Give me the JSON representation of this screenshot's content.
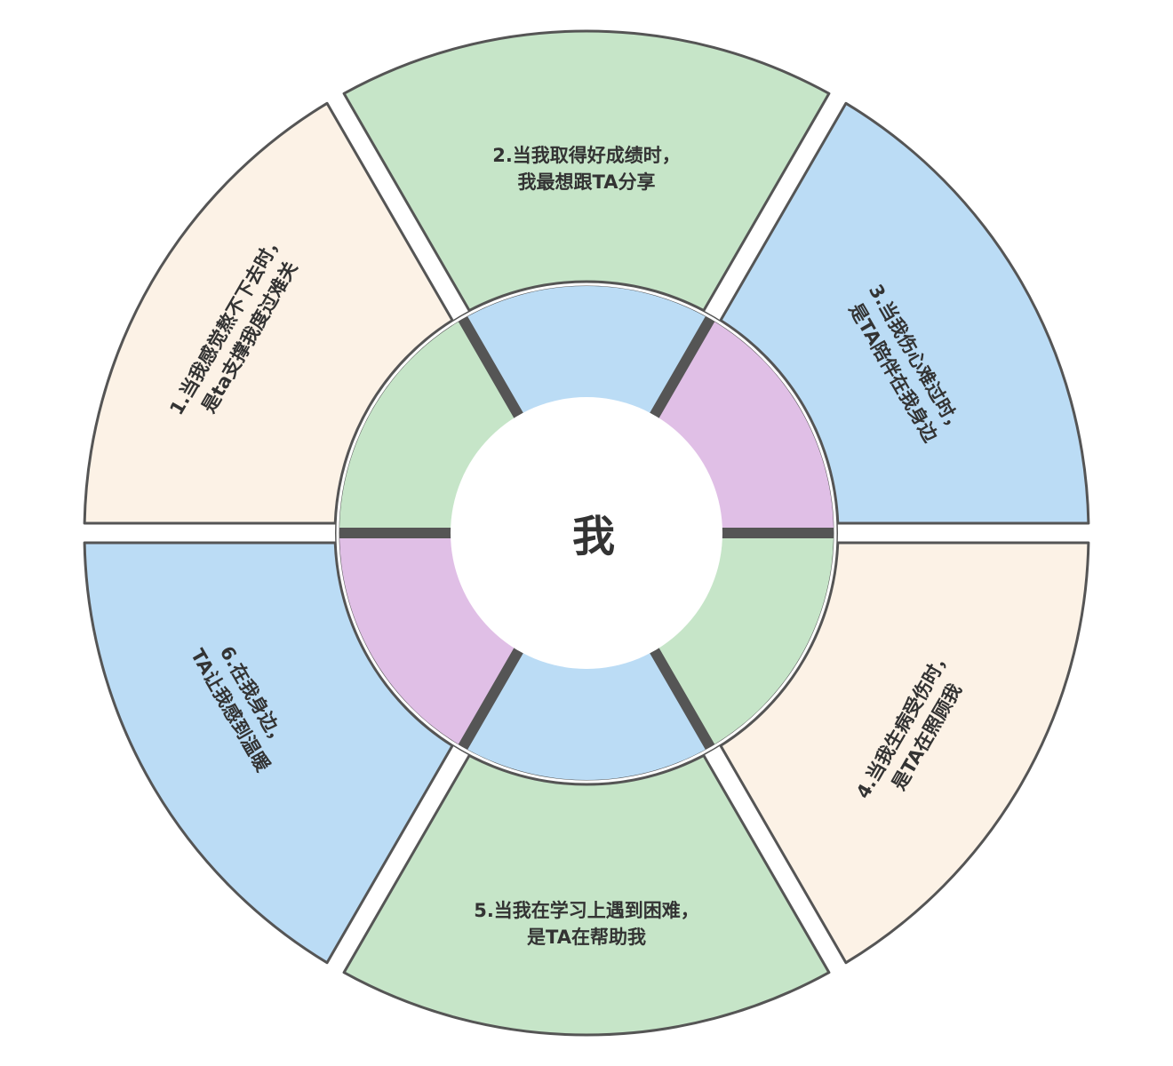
{
  "center": {
    "label": "我"
  },
  "segments": [
    {
      "number": "1",
      "lines": [
        "1.当我感觉熬不下去时，",
        "是ta支撑我度过难关"
      ],
      "color": "#fcf2e6"
    },
    {
      "number": "2",
      "lines": [
        "2.当我取得好成绩时，",
        "我最想跟TA分享"
      ],
      "color": "#c6e5c8"
    },
    {
      "number": "3",
      "lines": [
        "3.当我伤心难过时，",
        "是TA陪伴在我身边"
      ],
      "color": "#bbdcf5"
    },
    {
      "number": "4",
      "lines": [
        "4.当我生病受伤时，",
        "是TA在照顾我"
      ],
      "color": "#fcf2e6"
    },
    {
      "number": "5",
      "lines": [
        "5.当我在学习上遇到困难，",
        "是TA在帮助我"
      ],
      "color": "#c6e5c8"
    },
    {
      "number": "6",
      "lines": [
        "6.在我身边，",
        "TA让我感到温暖"
      ],
      "color": "#bbdcf5"
    }
  ],
  "inner_ring_colors": [
    "#c6e5c8",
    "#bbdcf5",
    "#e0bfe6",
    "#c6e5c8",
    "#bbdcf5",
    "#e0bfe6"
  ],
  "styles": {
    "outline": "#555555",
    "gap": "#ffffff",
    "text": "#333333"
  }
}
